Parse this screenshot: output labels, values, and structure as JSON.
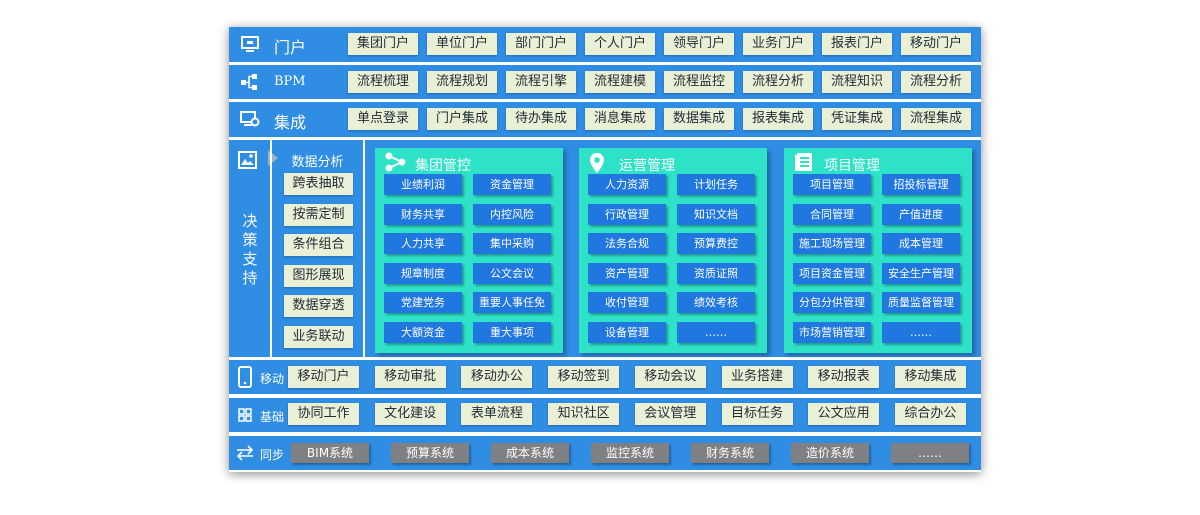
{
  "colors": {
    "band": "#2f8de4",
    "chip": "#e9f0d6",
    "panel": "#2ee2c8",
    "tile": "#2177e0",
    "sync_chip": "#7f8083"
  },
  "rows": {
    "portal": {
      "icon": "monitor-icon",
      "label": "门户",
      "items": [
        "集团门户",
        "单位门户",
        "部门门户",
        "个人门户",
        "领导门户",
        "业务门户",
        "报表门户",
        "移动门户"
      ]
    },
    "bpm": {
      "icon": "flow-nodes-icon",
      "label": "BPM",
      "items": [
        "流程梳理",
        "流程规划",
        "流程引擎",
        "流程建模",
        "流程监控",
        "流程分析",
        "流程知识",
        "流程分析"
      ]
    },
    "integration": {
      "icon": "monitor-gear-icon",
      "label": "集成",
      "items": [
        "单点登录",
        "门户集成",
        "待办集成",
        "消息集成",
        "数据集成",
        "报表集成",
        "凭证集成",
        "流程集成"
      ]
    },
    "mobile": {
      "icon": "phone-icon",
      "label": "移动",
      "items": [
        "移动门户",
        "移动审批",
        "移动办公",
        "移动签到",
        "移动会议",
        "业务搭建",
        "移动报表",
        "移动集成"
      ]
    },
    "base": {
      "icon": "grid-icon",
      "label": "基础",
      "items": [
        "协同工作",
        "文化建设",
        "表单流程",
        "知识社区",
        "会议管理",
        "目标任务",
        "公文应用",
        "综合办公"
      ]
    },
    "sync": {
      "icon": "sync-arrows-icon",
      "label": "同步",
      "items": [
        "BIM系统",
        "预算系统",
        "成本系统",
        "监控系统",
        "财务系统",
        "造价系统",
        "……"
      ]
    }
  },
  "decision": {
    "icon": "image-icon",
    "label": "决策支持",
    "analysis": {
      "title": "数据分析",
      "items": [
        "跨表抽取",
        "按需定制",
        "条件组合",
        "图形展现",
        "数据穿透",
        "业务联动"
      ]
    },
    "panels": [
      {
        "title": "集团管控",
        "icon": "share-nodes-icon",
        "items": [
          "业绩利润",
          "资金管理",
          "财务共享",
          "内控风险",
          "人力共享",
          "集中采购",
          "规章制度",
          "公文会议",
          "党建党务",
          "重要人事任免",
          "大额资金",
          "重大事项"
        ]
      },
      {
        "title": "运营管理",
        "icon": "location-pin-icon",
        "items": [
          "人力资源",
          "计划任务",
          "行政管理",
          "知识文档",
          "法务合规",
          "预算费控",
          "资产管理",
          "资质证照",
          "收付管理",
          "绩效考核",
          "设备管理",
          "……"
        ]
      },
      {
        "title": "项目管理",
        "icon": "document-list-icon",
        "items": [
          "项目管理",
          "招投标管理",
          "合同管理",
          "产值进度",
          "施工现场管理",
          "成本管理",
          "项目资金管理",
          "安全生产管理",
          "分包分供管理",
          "质量监督管理",
          "市场营销管理",
          "……"
        ]
      }
    ]
  }
}
